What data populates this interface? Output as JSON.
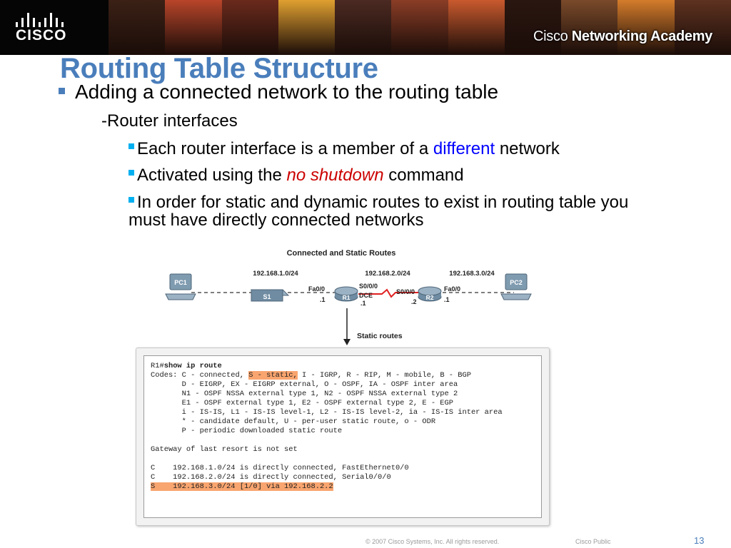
{
  "header": {
    "logo_text": "CISCO",
    "academy_prefix": "Cisco",
    "academy_suffix": "Networking Academy",
    "photo_colors": [
      "#3b2116",
      "#b8452a",
      "#6a2a1c",
      "#e0a030",
      "#4b2a22",
      "#8a3d26",
      "#c95a2e",
      "#2a1610",
      "#7a4a2a",
      "#d47c2b",
      "#5e3220"
    ]
  },
  "title": "Routing Table Structure",
  "bullets": {
    "level1": "Adding a connected network to the routing table",
    "level2": "-Router interfaces",
    "level3": [
      {
        "pre": "Each router interface is a member of a ",
        "em": "different",
        "post": " network"
      },
      {
        "pre": "Activated using the ",
        "em": "no shutdown",
        "post": " command"
      },
      {
        "pre": "In order for static and dynamic routes to exist in routing table you must have directly connected networks"
      }
    ]
  },
  "diagram": {
    "title": "Connected and Static Routes",
    "networks": [
      "192.168.1.0/24",
      "192.168.2.0/24",
      "192.168.3.0/24"
    ],
    "pc_left": "PC1",
    "pc_right": "PC2",
    "switch": "S1",
    "router1": "R1",
    "router2": "R2",
    "r1_fa": "Fa0/0",
    "r1_fa_addr": ".1",
    "r1_s": "S0/0/0",
    "r1_dce": "DCE",
    "r1_s_addr": ".1",
    "r2_s": "S0/0/0",
    "r2_s_addr": ".2",
    "r2_fa": "Fa0/0",
    "r2_fa_addr": ".1",
    "arrow_label": "Static routes"
  },
  "terminal": {
    "prompt": "R1#",
    "command": "show ip route",
    "codes_pre": "Codes: C - connected, ",
    "codes_hl": "S - static,",
    "codes_post": " I - IGRP, R - RIP, M - mobile, B - BGP",
    "lines": [
      "       D - EIGRP, EX - EIGRP external, O - OSPF, IA - OSPF inter area",
      "       N1 - OSPF NSSA external type 1, N2 - OSPF NSSA external type 2",
      "       E1 - OSPF external type 1, E2 - OSPF external type 2, E - EGP",
      "       i - IS-IS, L1 - IS-IS level-1, L2 - IS-IS level-2, ia - IS-IS inter area",
      "       * - candidate default, U - per-user static route, o - ODR",
      "       P - periodic downloaded static route"
    ],
    "gateway": "Gateway of last resort is not set",
    "route_c1": "C    192.168.1.0/24 is directly connected, FastEthernet0/0",
    "route_c2": "C    192.168.2.0/24 is directly connected, Serial0/0/0",
    "route_s": "S    192.168.3.0/24 [1/0] via 192.168.2.2",
    "highlight_color": "#f9a56f"
  },
  "footer": {
    "copyright": "© 2007 Cisco Systems, Inc. All rights reserved.",
    "classification": "Cisco Public",
    "page_number": "13"
  },
  "colors": {
    "title": "#4a7ebb",
    "bullet_l1": "#4a7ebb",
    "bullet_l3": "#00b0f0",
    "emphasis_blue": "#0000ff",
    "emphasis_red": "#cc0000",
    "serial_link": "#e02020"
  }
}
